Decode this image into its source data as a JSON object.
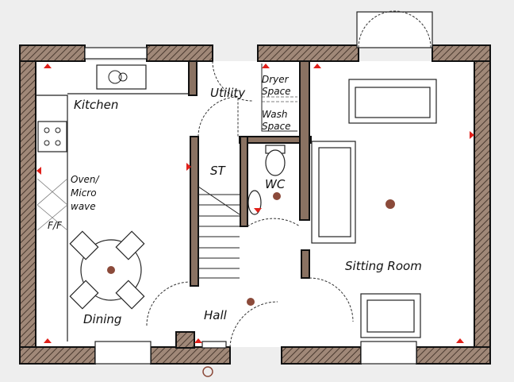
{
  "rooms": {
    "kitchen": "Kitchen",
    "utility": "Utility",
    "dryer_1": "Dryer",
    "dryer_2": "Space",
    "wash_1": "Wash",
    "wash_2": "Space",
    "store": "ST",
    "wc": "WC",
    "oven_1": "Oven/",
    "oven_2": "Micro",
    "oven_3": "wave",
    "fridge": "F/F",
    "dining": "Dining",
    "hall": "Hall",
    "sitting": "Sitting Room"
  },
  "colors": {
    "wall": "#8a7262",
    "marker": "#e0201a",
    "light": "#8b4a3a"
  }
}
